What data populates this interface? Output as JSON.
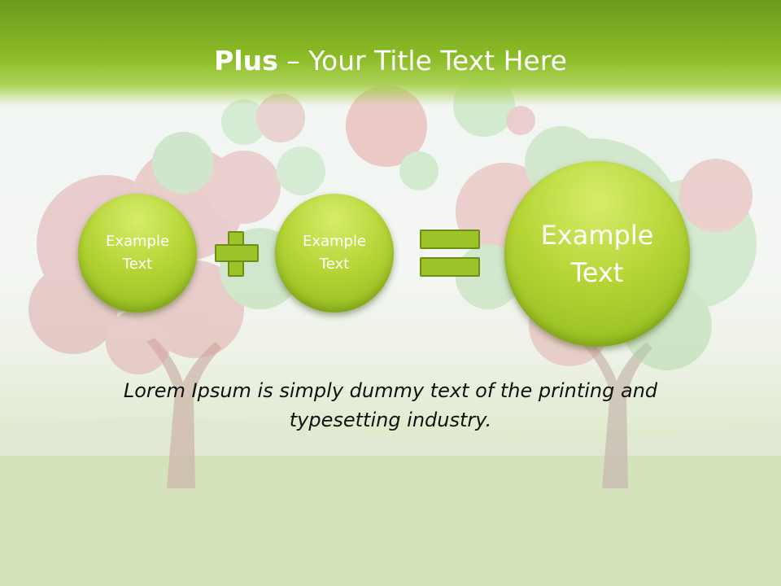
{
  "slide": {
    "title_bold": "Plus",
    "title_rest": " – Your Title Text Here",
    "circles": [
      {
        "text_line1": "Example",
        "text_line2": "Text"
      },
      {
        "text_line1": "Example",
        "text_line2": "Text"
      },
      {
        "text_line1": "Example",
        "text_line2": "Text"
      }
    ],
    "body_text": "Lorem Ipsum is simply dummy text of the printing and typesetting industry."
  },
  "colors": {
    "header_green": "#8cbc26",
    "circle_green": "#b6d638",
    "operator_green": "#9ec22a",
    "title_color": "#ffffff"
  },
  "icons": {
    "plus": "plus-icon",
    "equals": "equals-icon"
  }
}
